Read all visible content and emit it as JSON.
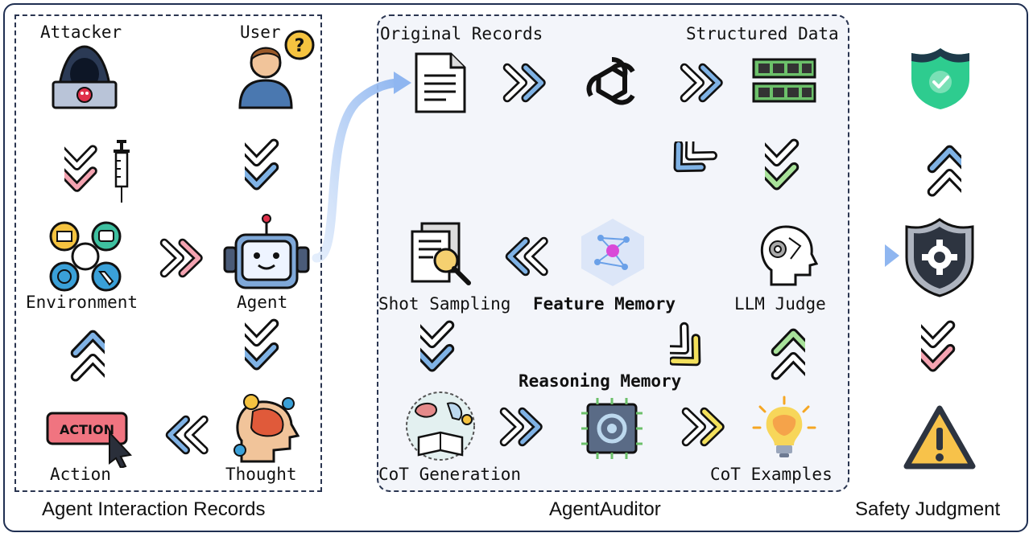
{
  "panels": {
    "left_caption": "Agent Interaction Records",
    "middle_caption": "AgentAuditor",
    "right_caption": "Safety Judgment"
  },
  "left": {
    "attacker": "Attacker",
    "user": "User",
    "environment": "Environment",
    "agent": "Agent",
    "action": "Action",
    "thought": "Thought",
    "action_badge": "ACTION"
  },
  "middle": {
    "original_records": "Original Records",
    "structured_data": "Structured Data",
    "shot_sampling": "Shot Sampling",
    "feature_memory": "Feature Memory",
    "llm_judge": "LLM Judge",
    "reasoning_memory": "Reasoning Memory",
    "cot_generation": "CoT Generation",
    "cot_examples": "CoT Examples"
  },
  "colors": {
    "arrow_blue": "#7fb2e5",
    "arrow_pink": "#f4a3b1",
    "arrow_green": "#a8e29a",
    "arrow_yellow": "#f3e05c",
    "shield_green": "#2ecc8f",
    "frame": "#1f2f52"
  },
  "icons": [
    "hacker-icon",
    "user-question-icon",
    "syringe-icon",
    "environment-icon",
    "robot-icon",
    "action-badge-icon",
    "thought-head-icon",
    "document-icon",
    "openai-logo-icon",
    "memory-chip-icon",
    "magnifier-docs-icon",
    "network-icon",
    "ai-head-icon",
    "cot-generation-icon",
    "circuit-icon",
    "lightbulb-icon",
    "shield-check-icon",
    "shield-gear-icon",
    "warning-icon"
  ]
}
